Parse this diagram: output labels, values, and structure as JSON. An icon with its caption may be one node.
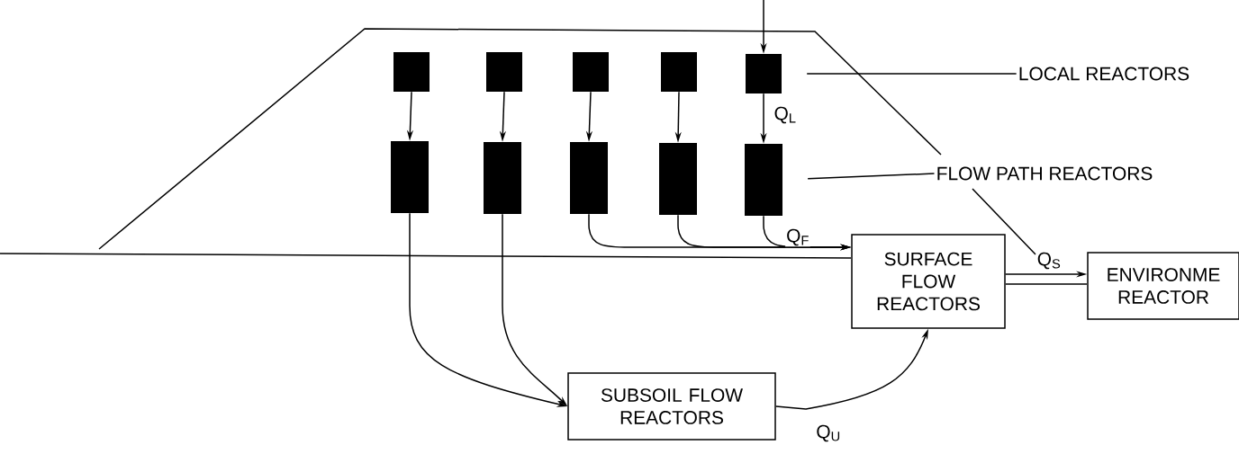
{
  "diagram": {
    "nodes": [
      {
        "text": [],
        "shape": "box"
      },
      {
        "text": [],
        "shape": "box"
      },
      {
        "text": [],
        "shape": "box"
      },
      {
        "text": [],
        "shape": "box"
      },
      {
        "text": [],
        "shape": "box"
      },
      {
        "text": [],
        "shape": "box"
      },
      {
        "text": [],
        "shape": "box"
      },
      {
        "text": [],
        "shape": "box"
      },
      {
        "text": [],
        "shape": "box"
      },
      {
        "text": [],
        "shape": "box"
      },
      {
        "text": [
          "SURFACE FLOW REACTORS"
        ]
      },
      {
        "text": [
          "ENVIRONME REACTOR"
        ]
      },
      {
        "text": [
          "SUBSOIL FLOW REACTORS"
        ]
      },
      {
        "text": [
          "LOCAL REACTORS"
        ]
      },
      {
        "text": [
          "FLOW PATH REACTORS"
        ]
      }
    ],
    "edges": [
      {
        "from": null,
        "to": 4,
        "arrow": "to"
      },
      {
        "from": 0,
        "to": 5,
        "arrow": "to"
      },
      {
        "from": 1,
        "to": 6,
        "arrow": "to"
      },
      {
        "from": 2,
        "to": 7,
        "arrow": "to"
      },
      {
        "from": 3,
        "to": 8,
        "arrow": "to"
      },
      {
        "from": 4,
        "to": 9,
        "arrow": "to",
        "label": "Q$_{L}$"
      },
      {
        "from": 5,
        "to": 12,
        "arrow": "to"
      },
      {
        "from": 6,
        "to": 12,
        "arrow": "to"
      },
      {
        "from": 7,
        "to": 10,
        "arrow": "to"
      },
      {
        "from": 8,
        "to": 10,
        "arrow": "to"
      },
      {
        "from": 9,
        "to": 10,
        "arrow": "to",
        "label": "Q$_{F}$"
      },
      {
        "from": 12,
        "to": 10,
        "arrow": "to",
        "label": "Q$_{U}$"
      },
      {
        "from": 10,
        "to": 11,
        "arrow": "to",
        "label": "Q$_{S}$"
      },
      {
        "from": 13,
        "to": 4,
        "arrow": "none"
      },
      {
        "from": 14,
        "to": 9,
        "arrow": "none"
      }
    ]
  }
}
